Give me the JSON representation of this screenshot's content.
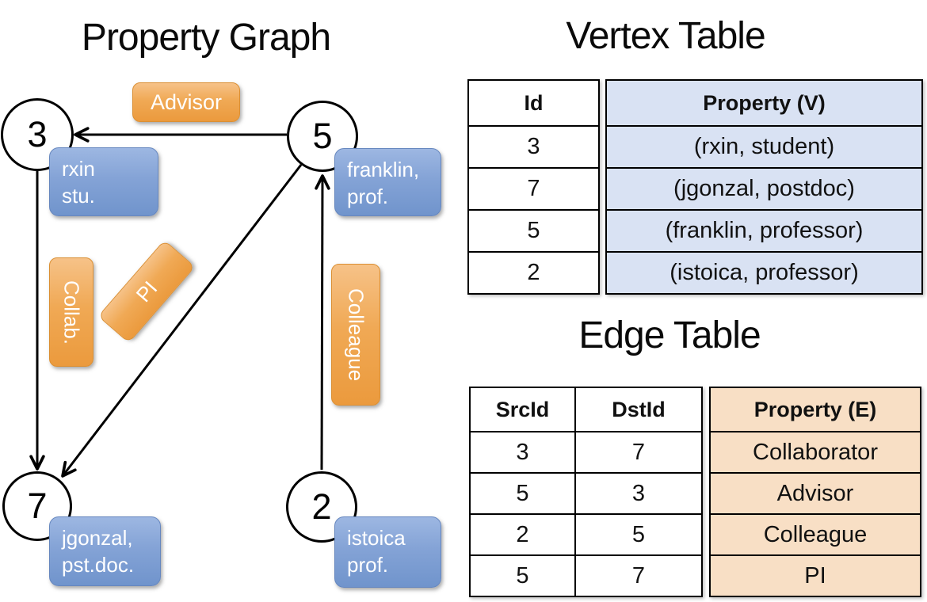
{
  "titles": {
    "graph": "Property Graph",
    "vertex": "Vertex Table",
    "edge": "Edge Table"
  },
  "graph": {
    "nodes": {
      "n3": {
        "id": "3",
        "prop_line1": "rxin",
        "prop_line2": "stu."
      },
      "n5": {
        "id": "5",
        "prop_line1": "franklin,",
        "prop_line2": "prof."
      },
      "n7": {
        "id": "7",
        "prop_line1": "jgonzal,",
        "prop_line2": "pst.doc."
      },
      "n2": {
        "id": "2",
        "prop_line1": "istoica",
        "prop_line2": "prof."
      }
    },
    "edge_labels": {
      "advisor": "Advisor",
      "collab": "Collab.",
      "pi": "PI",
      "colleague": "Colleague"
    }
  },
  "vertex_table": {
    "col_id_header": "Id",
    "col_prop_header": "Property (V)",
    "rows": [
      {
        "id": "3",
        "prop": "(rxin, student)"
      },
      {
        "id": "7",
        "prop": "(jgonzal, postdoc)"
      },
      {
        "id": "5",
        "prop": "(franklin, professor)"
      },
      {
        "id": "2",
        "prop": "(istoica, professor)"
      }
    ]
  },
  "edge_table": {
    "col_src_header": "SrcId",
    "col_dst_header": "DstId",
    "col_prop_header": "Property (E)",
    "rows": [
      {
        "src": "3",
        "dst": "7",
        "prop": "Collaborator"
      },
      {
        "src": "5",
        "dst": "3",
        "prop": "Advisor"
      },
      {
        "src": "2",
        "dst": "5",
        "prop": "Colleague"
      },
      {
        "src": "5",
        "dst": "7",
        "prop": "PI"
      }
    ]
  },
  "colors": {
    "edge_label_orange_top": "#F6C288",
    "edge_label_orange_bottom": "#EB9A3D",
    "vertex_label_blue_top": "#9DB7E2",
    "vertex_label_blue_bottom": "#7094CC",
    "vertex_prop_column_bg": "#D9E2F3",
    "edge_prop_column_bg": "#F8DFC5",
    "line_color": "#000000"
  }
}
